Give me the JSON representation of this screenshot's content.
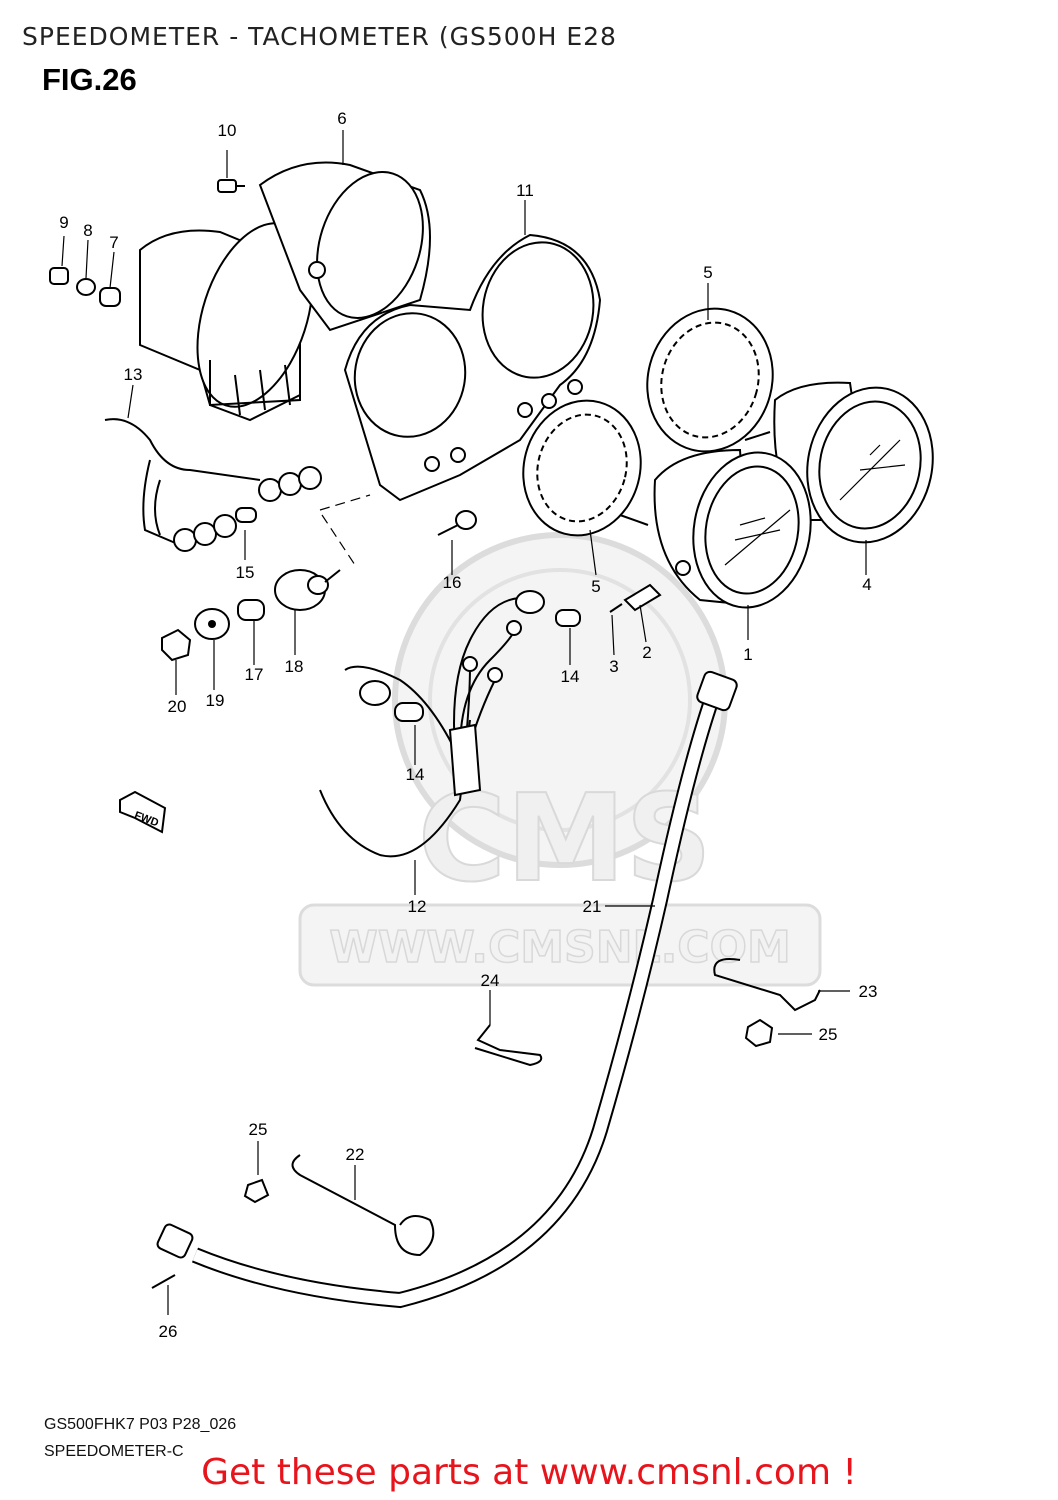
{
  "header": {
    "title": "SPEEDOMETER - TACHOMETER (GS500H E28",
    "figure": "FIG.26"
  },
  "watermark": {
    "brand": "CMS",
    "url": "WWW.CMSNL.COM"
  },
  "fwd_arrow": "FWD",
  "callouts": [
    {
      "n": "1"
    },
    {
      "n": "2"
    },
    {
      "n": "3"
    },
    {
      "n": "4"
    },
    {
      "n": "5"
    },
    {
      "n": "5"
    },
    {
      "n": "6"
    },
    {
      "n": "7"
    },
    {
      "n": "8"
    },
    {
      "n": "9"
    },
    {
      "n": "10"
    },
    {
      "n": "11"
    },
    {
      "n": "12"
    },
    {
      "n": "13"
    },
    {
      "n": "14"
    },
    {
      "n": "14"
    },
    {
      "n": "15"
    },
    {
      "n": "16"
    },
    {
      "n": "17"
    },
    {
      "n": "18"
    },
    {
      "n": "19"
    },
    {
      "n": "20"
    },
    {
      "n": "21"
    },
    {
      "n": "22"
    },
    {
      "n": "23"
    },
    {
      "n": "24"
    },
    {
      "n": "25"
    },
    {
      "n": "25"
    },
    {
      "n": "26"
    }
  ],
  "footer": {
    "code": "GS500FHK7 P03 P28_026",
    "subtitle": "SPEEDOMETER-C"
  },
  "promo": "Get these parts at www.cmsnl.com !"
}
